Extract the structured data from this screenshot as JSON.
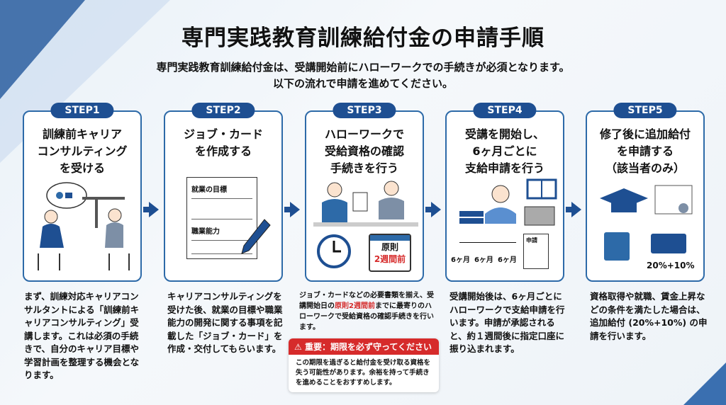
{
  "title": "専門実践教育訓練給付金の申請手順",
  "subtitle": [
    "専門実践教育訓練給付金は、受講開始前にハローワークでの手続きが必須となります。",
    "以下の流れで申請を進めてください。"
  ],
  "steps": [
    {
      "badge": "STEP1",
      "title": "訓練前キャリア\nコンサルティング\nを受ける",
      "description": "まず、訓練対応キャリアコンサルタントによる「訓練前キャリアコンサルティング」受講します。これは必須の手続きで、自分のキャリア目標や学習計画を整理する機会となります。"
    },
    {
      "badge": "STEP2",
      "title": "ジョブ・カード\nを作成する",
      "labels": [
        "就業の目標",
        "職業能力"
      ],
      "description": "キャリアコンサルティングを受けた後、就業の目標や職業能力の開発に関する事項を記載した「ジョブ・カード」を作成・交付してもらいます。"
    },
    {
      "badge": "STEP3",
      "title": "ハローワークで\n受給資格の確認\n手続きを行う",
      "calendar": [
        "原則",
        "2週間前"
      ],
      "description_pre": "ジョブ・カードなどの必要書類を揃え、受講開始日の",
      "description_highlight": "原則2週間前",
      "description_post": "までに最寄りのハローワークで受給資格の確認手続きを行います。"
    },
    {
      "badge": "STEP4",
      "title": "受講を開始し、\n6ヶ月ごとに\n支給申請を行う",
      "timeline": [
        "6ヶ月",
        "6ヶ月",
        "6ヶ月"
      ],
      "doc_label": "申請",
      "description": "受講開始後は、6ヶ月ごとにハローワークで支給申請を行います。申請が承認されると、約１週間後に指定口座に振り込まれます。"
    },
    {
      "badge": "STEP5",
      "title": "修了後に追加給付\nを申請する\n（該当者のみ）",
      "rate": "20%+10%",
      "description": "資格取得や就職、賃金上昇などの条件を満たした場合は、追加給付 (20%+10%) の申請を行います。"
    }
  ],
  "warning": {
    "heading": "重要：期限を必ず守ってください",
    "body": "この期限を過ぎると給付金を受け取る資格を失う可能性があります。余裕を持って手続きを進めることをおすすめします。"
  },
  "colors": {
    "navy": "#1e4f92",
    "border": "#2d6aa8",
    "red": "#d62b2b"
  }
}
